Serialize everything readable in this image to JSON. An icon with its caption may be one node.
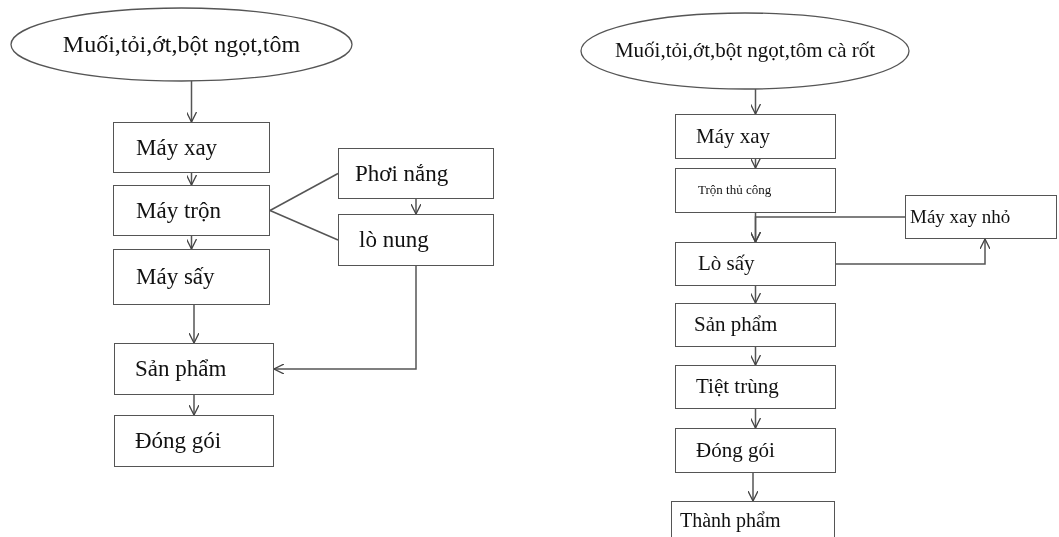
{
  "diagram": {
    "nodes": [
      {
        "text": [
          "Muối,tỏi,ớt,bột ngọt,tôm"
        ]
      },
      {
        "text": [
          "Máy xay"
        ]
      },
      {
        "text": [
          "Máy trộn"
        ]
      },
      {
        "text": [
          "Máy sấy"
        ]
      },
      {
        "text": [
          "Phơi nắng"
        ]
      },
      {
        "text": [
          "lò nung"
        ]
      },
      {
        "text": [
          "Sản phẩm"
        ]
      },
      {
        "text": [
          "Đóng gói"
        ]
      },
      {
        "text": [
          "Muối,tỏi,ớt,bột ngọt,tôm cà rốt"
        ]
      },
      {
        "text": [
          "Máy xay"
        ]
      },
      {
        "text": [
          "Trộn thủ công"
        ]
      },
      {
        "text": [
          "Máy xay nhỏ"
        ]
      },
      {
        "text": [
          "Lò sấy"
        ]
      },
      {
        "text": [
          "Sản phẩm"
        ]
      },
      {
        "text": [
          "Tiệt trùng"
        ]
      },
      {
        "text": [
          "Đóng gói"
        ]
      },
      {
        "text": [
          "Thành phẩm"
        ]
      }
    ],
    "edges": [
      {
        "from": 0,
        "to": 1,
        "arrow": "to"
      },
      {
        "from": 1,
        "to": 2,
        "arrow": "to"
      },
      {
        "from": 2,
        "to": 3,
        "arrow": "to"
      },
      {
        "from": 2,
        "to": 4,
        "arrow": "none"
      },
      {
        "from": 2,
        "to": 5,
        "arrow": "none"
      },
      {
        "from": 4,
        "to": 5,
        "arrow": "to"
      },
      {
        "from": 5,
        "to": 6,
        "arrow": "to"
      },
      {
        "from": 3,
        "to": 6,
        "arrow": "to"
      },
      {
        "from": 6,
        "to": 7,
        "arrow": "to"
      },
      {
        "from": 8,
        "to": 9,
        "arrow": "to"
      },
      {
        "from": 9,
        "to": 10,
        "arrow": "to"
      },
      {
        "from": 10,
        "to": 12,
        "arrow": "to"
      },
      {
        "from": 11,
        "to": 12,
        "arrow": "to"
      },
      {
        "from": 12,
        "to": 11,
        "arrow": "to"
      },
      {
        "from": 12,
        "to": 13,
        "arrow": "to"
      },
      {
        "from": 13,
        "to": 14,
        "arrow": "to"
      },
      {
        "from": 14,
        "to": 15,
        "arrow": "to"
      },
      {
        "from": 15,
        "to": 16,
        "arrow": "to"
      }
    ]
  }
}
